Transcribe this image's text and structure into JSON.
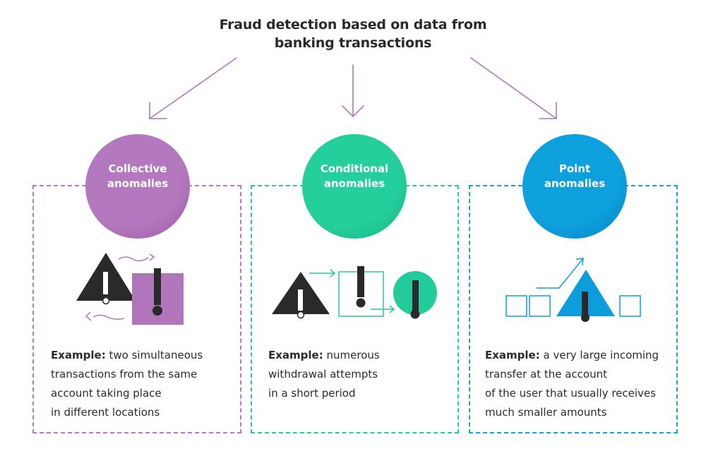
{
  "title": "Fraud detection based on data from banking transactions",
  "colors": {
    "collective": "#b075bb",
    "conditional": "#22cc9a",
    "point": "#0d9ddb",
    "dark": "#2a2a2a"
  },
  "categories": [
    {
      "id": "collective",
      "label": "Collective anomalies",
      "example_label": "Example:",
      "example_text": "two simultaneous transactions from the same account taking place in different locations",
      "example_lines": [
        "two simultaneous",
        "transactions from the same",
        "account taking place",
        "in different locations"
      ]
    },
    {
      "id": "conditional",
      "label": "Conditional anomalies",
      "example_label": "Example:",
      "example_text": "numerous withdrawal attempts in a short period",
      "example_lines": [
        "numerous",
        "withdrawal attempts",
        "in a short period"
      ]
    },
    {
      "id": "point",
      "label": "Point anomalies",
      "example_label": "Example:",
      "example_text": "a very large incoming transfer at the account of the user that usually receives much smaller amounts",
      "example_lines": [
        "a very large incoming",
        "transfer at the account",
        "of the user that usually receives",
        "much smaller amounts"
      ]
    }
  ]
}
